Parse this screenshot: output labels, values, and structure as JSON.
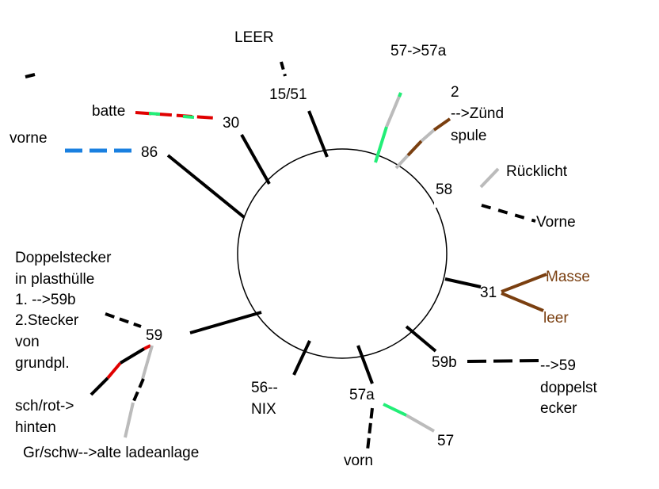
{
  "colors": {
    "black": "#000000",
    "red": "#e00000",
    "green": "#22ee77",
    "blue": "#1a80e0",
    "gray": "#bbbbbb",
    "brown": "#7a3f10"
  },
  "labels": {
    "leer_top": "LEER",
    "t15_51": "15/51",
    "t57_57a": "57->57a",
    "zuend_1": "2",
    "zuend_2": "-->Zünd",
    "zuend_3": "spule",
    "batte": "batte",
    "t30": "30",
    "vorne_left": "vorne",
    "t86": "86",
    "ruecklicht": "Rücklicht",
    "t58": "58",
    "vorne_right": "Vorne",
    "doppel_1": "Doppelstecker",
    "doppel_2": "in plasthülle",
    "doppel_3": "1. -->59b",
    "doppel_4": "2.Stecker",
    "doppel_5": "von",
    "doppel_6": "grundpl.",
    "t59": "59",
    "masse": "Masse",
    "t31": "31",
    "leer_right": "leer",
    "t59b": "59b",
    "to59_1": "-->59",
    "to59_2": "doppelst",
    "to59_3": "ecker",
    "nix_1": "56--",
    "nix_2": "NIX",
    "t57a": "57a",
    "t57": "57",
    "vorn": "vorn",
    "schrot_1": "sch/rot->",
    "schrot_2": "hinten",
    "grschw": "Gr/schw-->alte ladeanlage"
  }
}
